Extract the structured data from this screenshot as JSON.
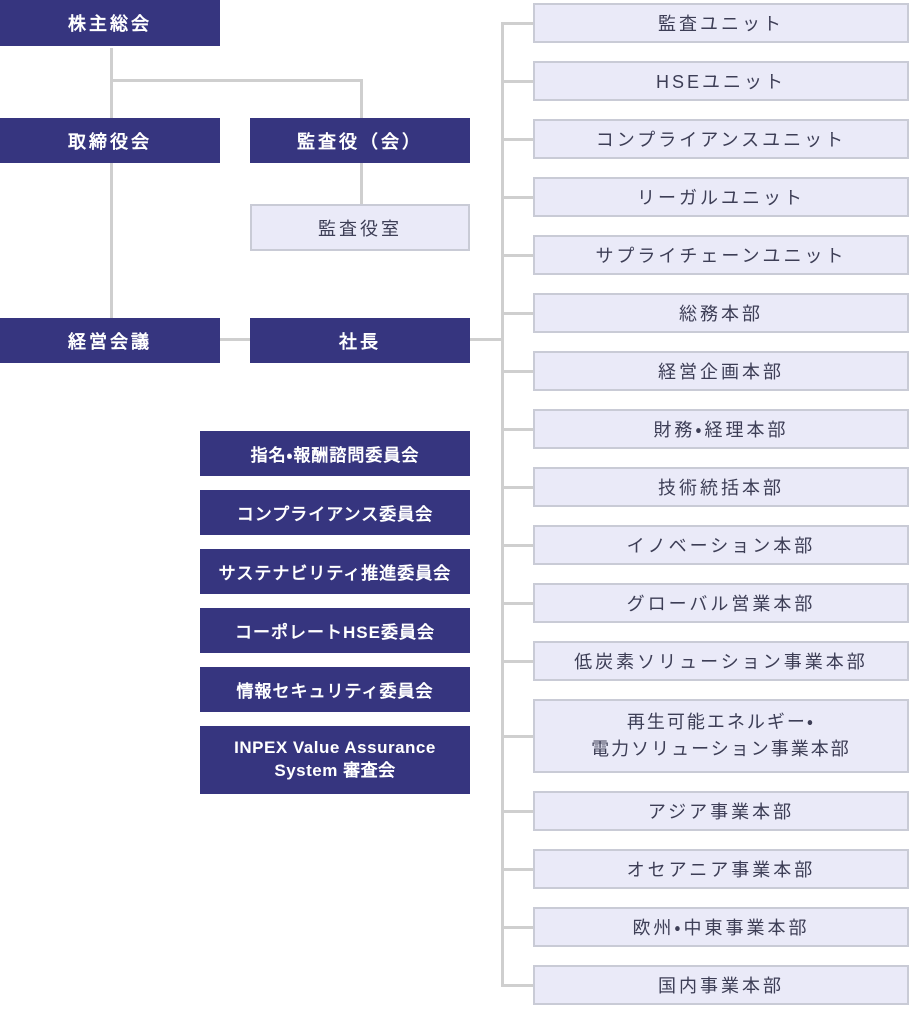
{
  "theme": {
    "navy": "#36357f",
    "light-fill": "#eaeaf8",
    "light-border": "#c9cbd6",
    "light-text": "#3d3e56",
    "line": "#cfcfcf"
  },
  "org": {
    "governance": {
      "shareholders": "株主総会",
      "board": "取締役会",
      "auditors": "監査役（会）",
      "audit_office": "監査役室",
      "management_meeting": "経営会議",
      "president": "社長"
    },
    "committees": [
      "指名・報酬諮問委員会",
      "コンプライアンス委員会",
      "サステナビリティ推進委員会",
      "コーポレートHSE委員会",
      "情報セキュリティ委員会",
      "INPEX Value Assurance\nSystem 審査会"
    ],
    "units": [
      "監査ユニット",
      "HSEユニット",
      "コンプライアンスユニット",
      "リーガルユニット",
      "サプライチェーンユニット",
      "総務本部",
      "経営企画本部",
      "財務・経理本部",
      "技術統括本部",
      "イノベーション本部",
      "グローバル営業本部",
      "低炭素ソリューション事業本部",
      "再生可能エネルギー・\n電力ソリューション事業本部",
      "アジア事業本部",
      "オセアニア事業本部",
      "欧州・中東事業本部",
      "国内事業本部"
    ]
  }
}
